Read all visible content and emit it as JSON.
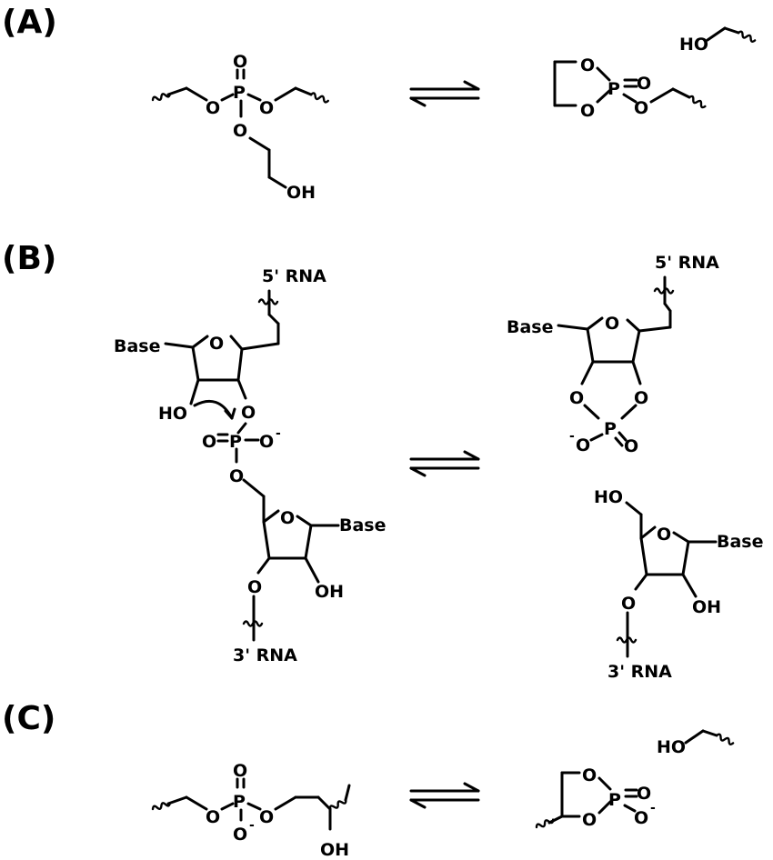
{
  "panels": {
    "a": "(A)",
    "b": "(B)",
    "c": "(C)"
  },
  "atoms": {
    "oxygen": "O",
    "phosphorus": "P",
    "hydroxyl_right": "OH",
    "hydroxyl_left": "HO",
    "base": "Base",
    "minus": "-"
  },
  "strands": {
    "five_prime": "5' RNA",
    "three_prime": "3' RNA"
  }
}
